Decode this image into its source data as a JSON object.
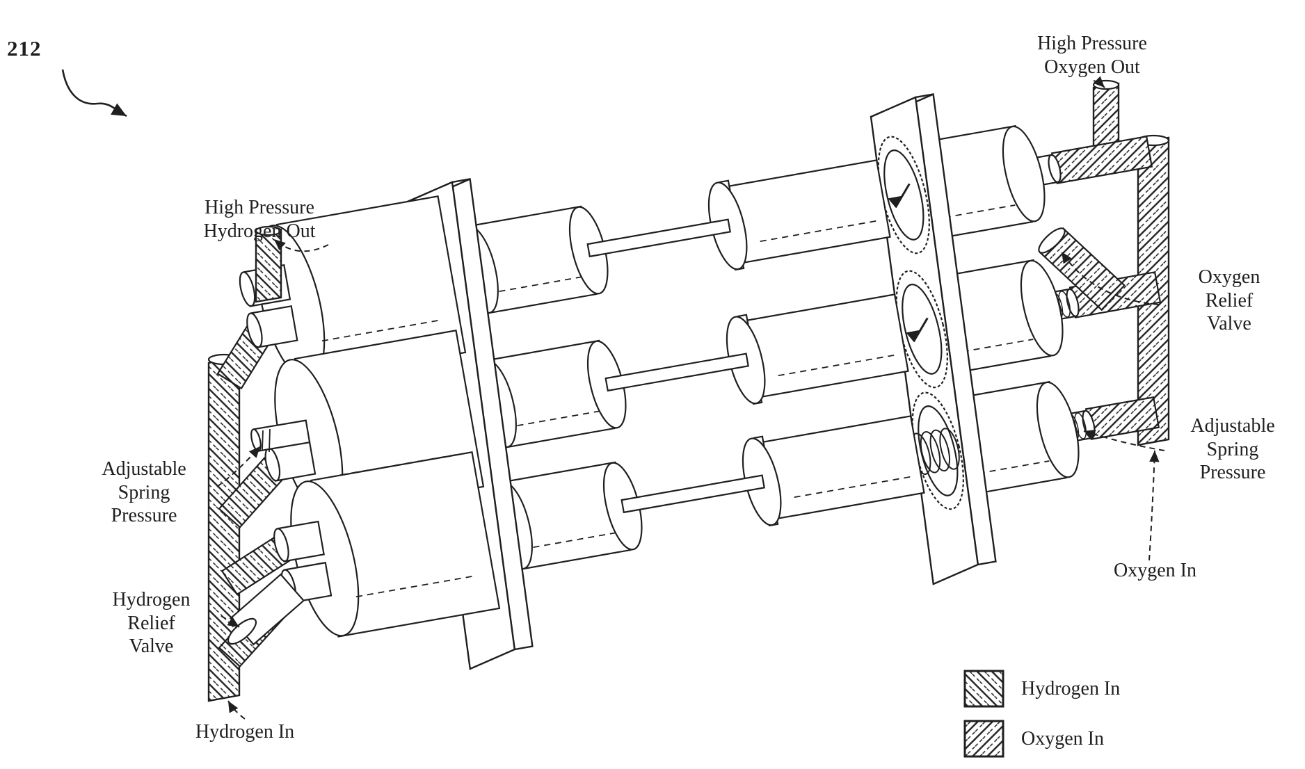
{
  "figure": {
    "number": "212"
  },
  "labels": {
    "high_pressure_hydrogen_out": "High Pressure\nHydrogen Out",
    "high_pressure_oxygen_out": "High Pressure\nOxygen Out",
    "adjustable_spring_pressure_left": "Adjustable\nSpring\nPressure",
    "hydrogen_relief_valve": "Hydrogen\nRelief\nValve",
    "hydrogen_in": "Hydrogen In",
    "oxygen_relief_valve": "Oxygen\nRelief\nValve",
    "adjustable_spring_pressure_right": "Adjustable\nSpring\nPressure",
    "oxygen_in": "Oxygen In"
  },
  "legend": {
    "items": [
      {
        "id": "hydrogen-hatch",
        "label": "Hydrogen In"
      },
      {
        "id": "oxygen-hatch",
        "label": "Oxygen In"
      }
    ]
  },
  "colors": {
    "ink": "#1f1f1f",
    "paper": "#ffffff"
  }
}
